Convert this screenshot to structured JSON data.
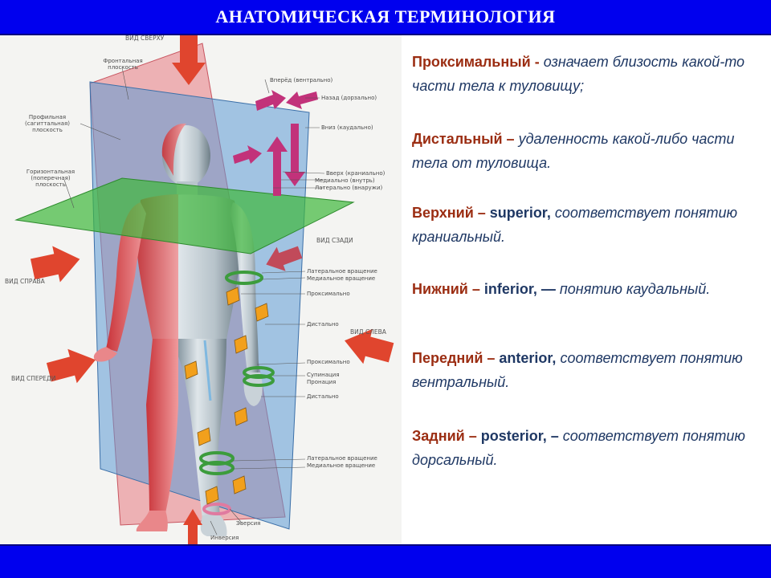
{
  "title": "АНАТОМИЧЕСКАЯ ТЕРМИНОЛОГИЯ",
  "colors": {
    "bar_blue": "#0000ee",
    "term_color": "#9b2d12",
    "definition_color": "#1f3864",
    "sagittal_plane": "#e87a82",
    "frontal_plane": "#5c9ad6",
    "horizontal_plane": "#3fb83c",
    "arrow_red": "#e0452e",
    "arrow_magenta": "#c2327a",
    "rotation_ring": "#3c9c3c",
    "motion_arrow": "#f2a01c"
  },
  "illustration": {
    "view_labels": {
      "top": "ВИД СВЕРХУ",
      "back": "ВИД СЗАДИ",
      "right": "ВИД СПРАВА",
      "left": "ВИД СЛЕВА",
      "front": "ВИД СПЕРЕДИ"
    },
    "plane_labels": {
      "frontal_1": "Фронтальная",
      "frontal_2": "плоскость",
      "sagittal_1": "Профильная",
      "sagittal_2": "(сагиттальная)",
      "sagittal_3": "плоскость",
      "horizontal_1": "Горизонтальная",
      "horizontal_2": "(поперечная)",
      "horizontal_3": "плоскость"
    },
    "direction_labels": {
      "forward": "Вперёд (вентрально)",
      "backward": "Назад (дорзально)",
      "down": "Вниз (каудально)",
      "up": "Вверх (краниально)",
      "medial": "Медиально (внутрь)",
      "lateral": "Латерально (внаружи)"
    },
    "motion_labels": {
      "lat_rot_1": "Латеральное вращение",
      "med_rot_1": "Медиальное вращение",
      "proximal_1": "Проксимально",
      "distal_1": "Дистально",
      "proximal_2": "Проксимально",
      "supination": "Супинация",
      "pronation": "Пронация",
      "distal_2": "Дистально",
      "lat_rot_2": "Латеральное вращение",
      "med_rot_2": "Медиальное вращение",
      "eversion": "Эверсия",
      "inversion": "Инверсия"
    }
  },
  "terms": [
    {
      "term": "Проксимальный",
      "sep": " - ",
      "eng": "",
      "def": " означает близость какой-то части тела к туловищу;"
    },
    {
      "term": " Дистальный",
      "sep": " – ",
      "eng": "",
      "def": "удаленность какой-либо части тела от туловища."
    },
    {
      "term": "Верхний",
      "sep": " – ",
      "eng": "superior,",
      "def": " соответствует понятию краниальный."
    },
    {
      "term": "Нижний",
      "sep": " – ",
      "eng": "inferior, —",
      "def": " понятию каудальный."
    },
    {
      "term": "Передний",
      "sep": " – ",
      "eng": "anterior,",
      "def": " соответствует понятию вентральный."
    },
    {
      "term": "Задний",
      "sep": " – ",
      "eng": "posterior, –",
      "def": "  соответствует понятию дорсальный."
    }
  ]
}
